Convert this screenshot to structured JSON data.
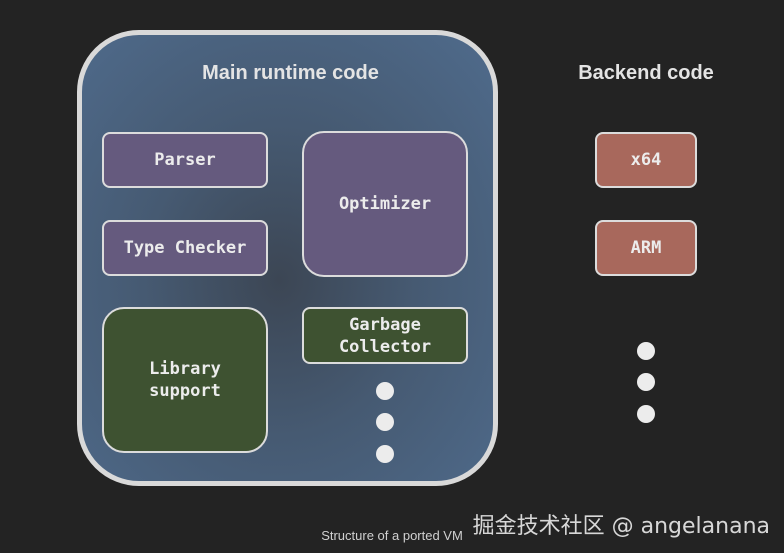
{
  "main_runtime": {
    "title": "Main runtime code",
    "parser": "Parser",
    "type_checker": "Type Checker",
    "optimizer": "Optimizer",
    "library_support": "Library\nsupport",
    "garbage_collector": "Garbage\nCollector"
  },
  "backend": {
    "title": "Backend code",
    "x64": "x64",
    "arm": "ARM"
  },
  "caption": "Structure of a ported VM",
  "watermark": "掘金技术社区 @ angelanana",
  "colors": {
    "background": "#232323",
    "runtime_box": "#4f6b8c",
    "purple_box": "#655a7e",
    "green_box": "#3e5231",
    "red_box": "#a8685c",
    "border": "#dcdcdc"
  }
}
